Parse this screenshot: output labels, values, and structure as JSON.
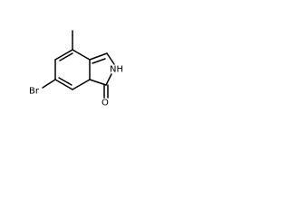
{
  "molecule": {
    "atoms": {
      "bromine": "Br",
      "nh": "NH",
      "carbonyl_oxygen": "O"
    },
    "colors": {
      "bond": "#000000",
      "text": "#000000",
      "background": "#ffffff"
    }
  }
}
